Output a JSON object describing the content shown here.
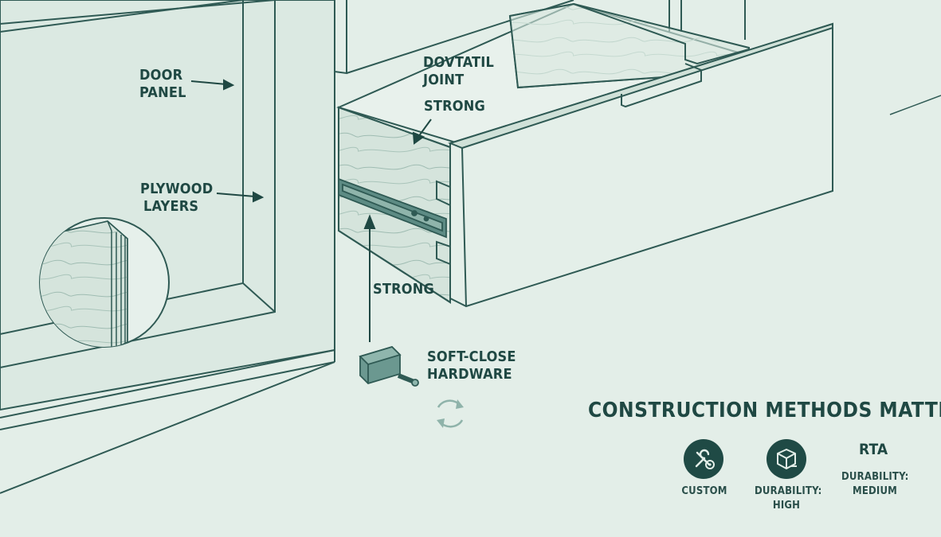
{
  "labels": {
    "door_panel": [
      "DOOR",
      "PANEL"
    ],
    "plywood_layers": [
      "PLYWOOD",
      "LAYERS"
    ],
    "dovetail_joint": [
      "DOVTATIL",
      "JOINT"
    ],
    "strong_top": "STRONG",
    "strong_bottom": "STRONG",
    "soft_close": [
      "SOFT-CLOSE",
      "HARDWARE"
    ]
  },
  "legend": {
    "title": "CONSTRUCTION METHODS MATTER",
    "custom": {
      "label": "CUSTOM",
      "icon": "tools-gear-icon"
    },
    "durability_high": {
      "line1": "DURABILITY:",
      "line2": "HIGH",
      "icon": "box-icon"
    },
    "rta": {
      "heading": "RTA",
      "line1": "DURABILITY:",
      "line2": "MEDIUM"
    }
  },
  "colors": {
    "background": "#e3eee8",
    "line": "#2f5a54",
    "text": "#1f4843",
    "badge": "#1f4a45",
    "wood": "#d5e4dc"
  }
}
